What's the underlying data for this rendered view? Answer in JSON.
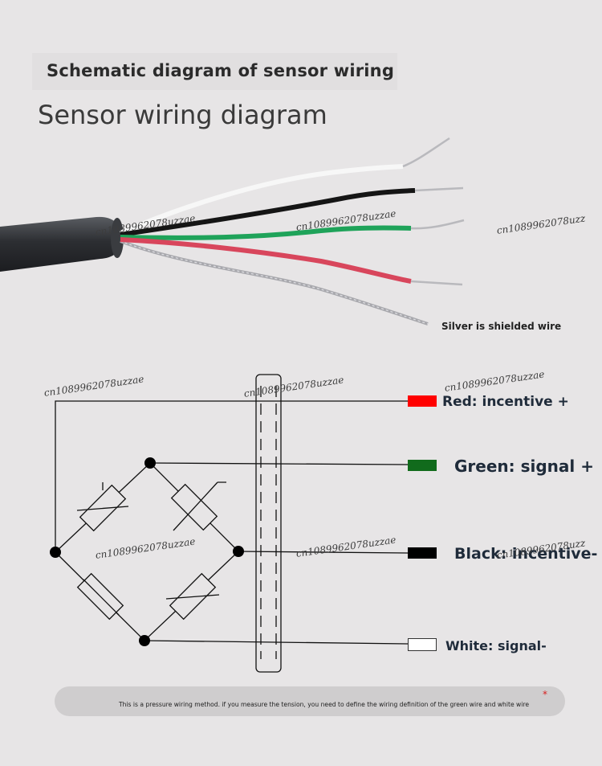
{
  "title_band": "Schematic diagram of sensor wiring",
  "heading": "Sensor wiring diagram",
  "note_silver": "Silver is shielded wire",
  "wires": [
    {
      "label": "Red: incentive +",
      "color": "#ff0000"
    },
    {
      "label": "Green: signal +",
      "color": "#116b1c"
    },
    {
      "label": "Black: incentive-",
      "color": "#000000"
    },
    {
      "label": "White: signal-",
      "color": "#ffffff"
    }
  ],
  "footnote": "This is a pressure wiring method. if you measure the tension, you need to define the wiring definition of the green wire and white wire",
  "footnote_mark": "*",
  "watermark": "cn1089962078uzzae",
  "watermark_cut": "cn1089962078uzz"
}
